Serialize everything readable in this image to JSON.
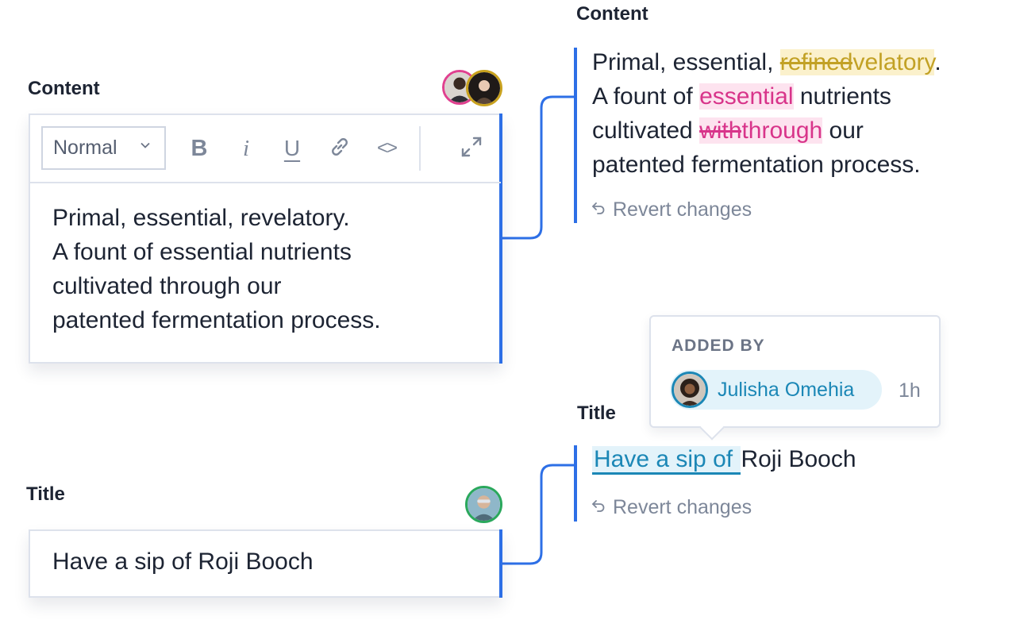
{
  "editor": {
    "label": "Content",
    "style_select": "Normal",
    "toolbar": {
      "bold": "B",
      "italic": "i",
      "underline": "U",
      "code": "<>"
    },
    "lines": [
      "Primal, essential, revelatory.",
      "A fount of essential nutrients",
      "cultivated through our",
      "patented fermentation process."
    ]
  },
  "title_field": {
    "label": "Title",
    "value": "Have a sip of Roji Booch"
  },
  "content_diff": {
    "label": "Content",
    "line1": {
      "pre": "Primal, essential, ",
      "deleted": "refined",
      "inserted": "velatory",
      "post": "."
    },
    "line2": {
      "pre": "A fount of ",
      "inserted": "essential",
      "post": " nutrients"
    },
    "line3": {
      "pre": "cultivated ",
      "deleted": "with",
      "inserted": "through",
      "post": " our"
    },
    "line4": "patented fermentation process.",
    "revert": "Revert changes"
  },
  "title_diff": {
    "label": "Title",
    "inserted": "Have a sip of ",
    "rest": "Roji Booch",
    "revert": "Revert changes"
  },
  "popover": {
    "heading": "ADDED BY",
    "user": "Julisha Omehia",
    "time": "1h"
  },
  "colors": {
    "accent": "#2d6fe6",
    "insert_yellow": "#c2a125",
    "insert_pink": "#d8348a",
    "insert_blue": "#1b87b6"
  },
  "icons": {
    "chevron": "chevron-down-icon",
    "link": "link-icon",
    "expand": "expand-icon",
    "undo": "undo-icon"
  }
}
